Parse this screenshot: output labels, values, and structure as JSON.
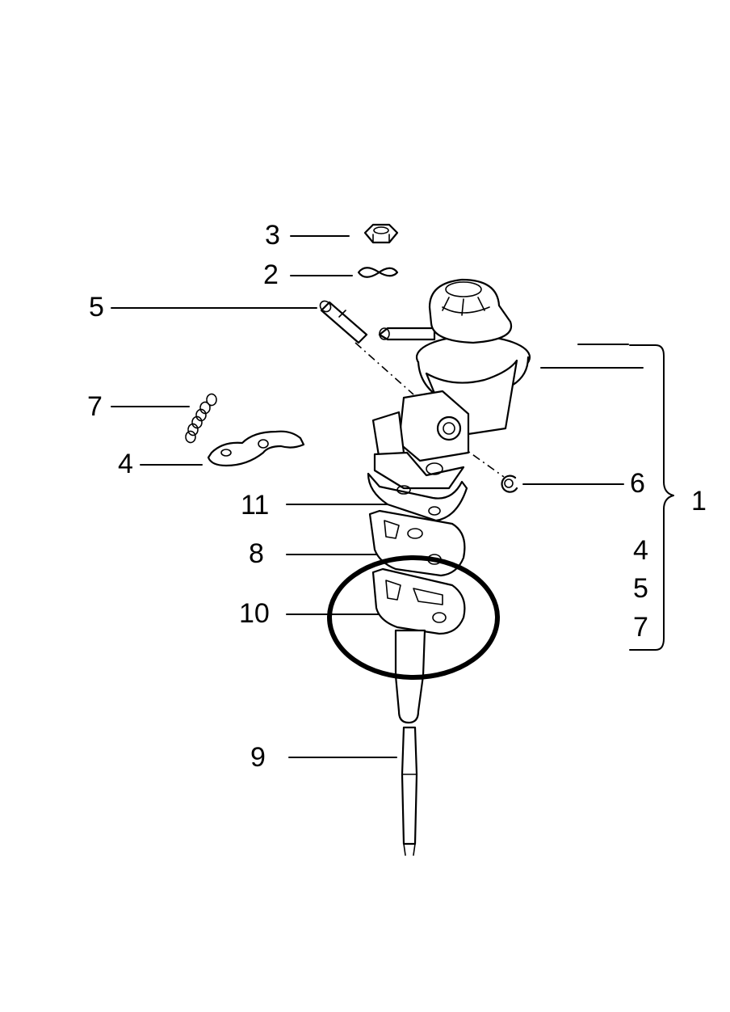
{
  "callouts": {
    "c3": "3",
    "c2": "2",
    "c5": "5",
    "c7": "7",
    "c4": "4",
    "c11": "11",
    "c8": "8",
    "c10": "10",
    "c9": "9",
    "c6": "6",
    "c1": "1",
    "kit_4": "4",
    "kit_5": "5",
    "kit_7": "7"
  },
  "highlight": {
    "shape": "ellipse",
    "target": "10",
    "color": "#000000"
  }
}
